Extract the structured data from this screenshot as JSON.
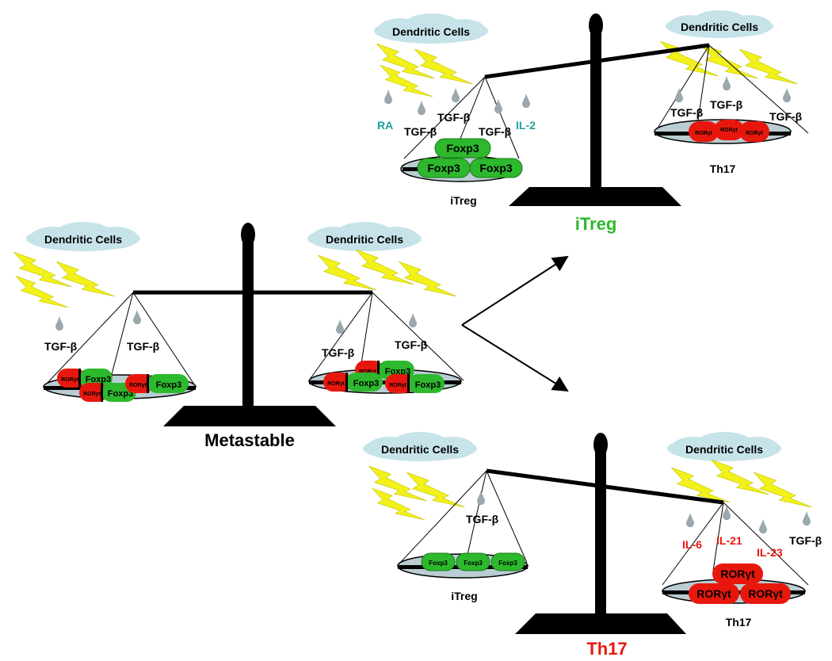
{
  "dc_label": "Dendritic Cells",
  "tgf": "TGF-β",
  "foxp3": "Foxp3",
  "rorgt": "RORγt",
  "colors": {
    "green": "#2db82d",
    "red": "#e8170d",
    "teal": "#1e9f9f",
    "cloud": "#c7e3ea",
    "bolt": "#f2f21a",
    "drop": "#9ba8ae",
    "plate": "#b9cdd3",
    "black": "#000000"
  },
  "icons": [
    "cloud-icon",
    "lightning-bolt-icon",
    "droplet-icon",
    "arrow-icon"
  ],
  "metastable": {
    "title": "Metastable"
  },
  "itreg_panel": {
    "title": "iTreg",
    "left_cytokines": [
      "RA",
      "TGF-β",
      "TGF-β",
      "TGF-β",
      "IL-2"
    ],
    "left_pan_label": "iTreg",
    "right_cytokines": [
      "TGF-β",
      "TGF-β",
      "TGF-β"
    ],
    "right_pan_label": "Th17"
  },
  "th17_panel": {
    "title": "Th17",
    "left_cytokines": [
      "TGF-β"
    ],
    "left_pan_label": "iTreg",
    "right_cytokines": [
      "IL-6",
      "IL-21",
      "IL-23",
      "TGF-β"
    ],
    "right_pan_label": "Th17"
  }
}
